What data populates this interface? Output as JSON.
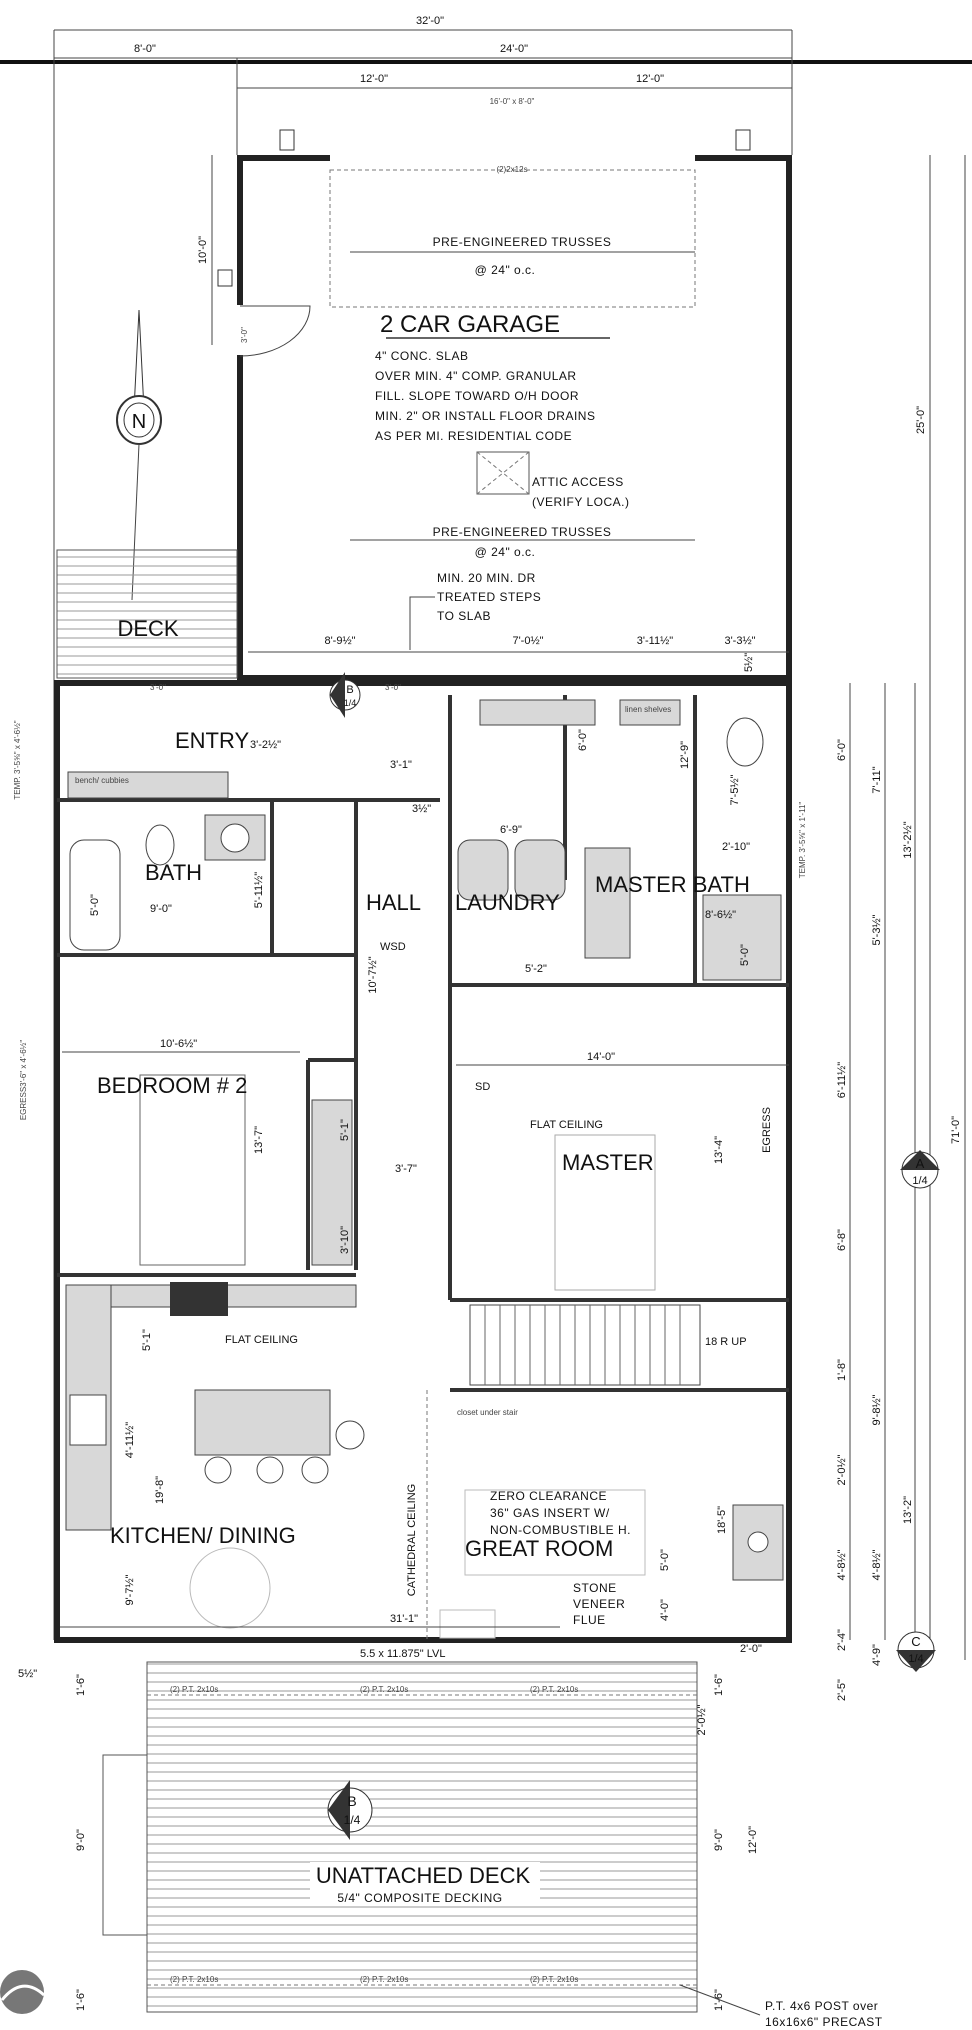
{
  "plan": {
    "overall_width": "32'-0\"",
    "top_dims": [
      "8'-0\"",
      "24'-0\"",
      "12'-0\"",
      "12'-0\""
    ],
    "garage_door": "16'-0\" x 8'-0\"",
    "header": "(2)2x12s",
    "trusses_1": "PRE-ENGINEERED TRUSSES",
    "trusses_1_spacing": "@ 24\" o.c.",
    "garage_title": "2 CAR GARAGE",
    "garage_notes": [
      "4\" CONC. SLAB",
      "OVER MIN. 4\" COMP. GRANULAR",
      "FILL. SLOPE TOWARD O/H DOOR",
      "MIN. 2\" OR INSTALL FLOOR DRAINS",
      "AS PER MI. RESIDENTIAL CODE"
    ],
    "attic": [
      "ATTIC ACCESS",
      "(VERIFY LOCA.)"
    ],
    "trusses_2": "PRE-ENGINEERED TRUSSES",
    "trusses_2_spacing": "@ 24\" o.c.",
    "steps_note": [
      "MIN. 20 MIN. DR",
      "TREATED STEPS",
      "TO SLAB"
    ],
    "garage_bottom_dims": [
      "8'-9½\"",
      "7'-0½\"",
      "3'-11½\"",
      "3'-3½\"",
      "5½\""
    ],
    "garage_side_dim": "10'-0\"",
    "garage_door_side": "3'-0\"",
    "garage_depth": "25'-0\"",
    "overall_depth": "71'-0\"",
    "north": "N",
    "rooms": {
      "deck": "DECK",
      "entry": "ENTRY",
      "bath": "BATH",
      "hall": "HALL",
      "laundry": "LAUNDRY",
      "master_bath": "MASTER BATH",
      "bedroom2": "BEDROOM # 2",
      "master": "MASTER",
      "kitchen": "KITCHEN/ DINING",
      "great_room": "GREAT ROOM",
      "unattached_deck": "UNATTACHED DECK"
    },
    "room_notes": {
      "bench": "bench/ cubbies",
      "linen": "linen shelves",
      "master_ceiling": "FLAT CEILING",
      "kitchen_ceiling": "FLAT CEILING",
      "stairs": "18 R UP",
      "closet": "closet under stair",
      "cathedral": "CATHEDRAL CEILING",
      "fireplace": [
        "ZERO CLEARANCE",
        "36\" GAS INSERT W/",
        "NON-COMBUSTIBLE H."
      ],
      "stone": [
        "STONE",
        "VENEER",
        "FLUE"
      ],
      "lvl": "5.5 x 11.875\" LVL",
      "decking": "5/4\" COMPOSITE DECKING",
      "post": [
        "P.T. 4x6 POST over",
        "16x16x6\" PRECAST"
      ],
      "beam": "(2) P.T. 2x10s",
      "wsd": "WSD",
      "sd": "SD",
      "egress_right": "EGRESS",
      "temp_left": "TEMP. 3'-5⅝\" x 4'-6½\"",
      "egress_left": "EGRESS3'-6\" x 4'-6½\"",
      "temp_right": "TEMP. 3'-5⅝\" x 1'-11\""
    },
    "interior_dims": {
      "entry_w": "3'-2½\"",
      "entry_door": "3'-1\"",
      "entry_top": "3'-0\"",
      "hall_w": "3½\"",
      "bath_w": "9'-0\"",
      "tub": "5'-0\"",
      "bath_h": "5'-11½\"",
      "hall_len": "10'-7½\"",
      "hall_3_7": "3'-7\"",
      "bed_w": "10'-6½\"",
      "bed_h": "13'-7\"",
      "closet": "5'-1\"",
      "closet2": "3'-10\"",
      "laundry": "6'-9\"",
      "laundry2": "5'-2\"",
      "master_w": "14'-0\"",
      "master_h": "13'-4\"",
      "mb1": "7'-5½\"",
      "mb2": "2'-10\"",
      "mb3": "8'-6½\"",
      "mb_shower": "5'-0\"",
      "linen": "12'-9\"",
      "dim_6_0": "6'-0\""
    },
    "right_dims": [
      "6'-0\"",
      "7'-11\"",
      "13'-2½\"",
      "5'-3½\"",
      "6'-11½\"",
      "6'-8\"",
      "1'-8\"",
      "9'-8½\"",
      "2'-0½\"",
      "13'-2\"",
      "4'-8½\"",
      "4'-8½\"",
      "2'-4\"",
      "4'-9\"",
      "2'-5\""
    ],
    "left_dims": [
      "5'-1\"",
      "4'-11½\"",
      "19'-8\"",
      "9'-7½\"",
      "5½\""
    ],
    "great_dims": [
      "18'-5\"",
      "5'-0\"",
      "4'-0\"",
      "2'-0\"",
      "2'-0½\"",
      "31'-1\""
    ],
    "deck_dims": [
      "1'-6\"",
      "9'-0\"",
      "1'-6\"",
      "1'-6\"",
      "9'-0\"",
      "12'-0\"",
      "1'-6\""
    ],
    "sections": [
      {
        "letter": "B",
        "sheet": "1/4"
      },
      {
        "letter": "A",
        "sheet": "1/4"
      },
      {
        "letter": "C",
        "sheet": "1/4"
      },
      {
        "letter": "B",
        "sheet": "1/4"
      }
    ]
  }
}
